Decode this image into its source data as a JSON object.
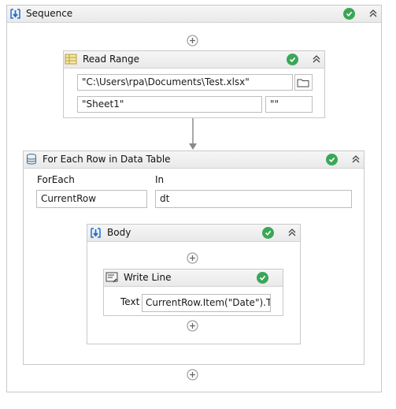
{
  "sequence": {
    "title": "Sequence",
    "status_icon": "check-circle-icon",
    "collapse_icon": "double-chevron-up-icon"
  },
  "read_range": {
    "title": "Read Range",
    "workbook_path": "\"C:\\Users\\rpa\\Documents\\Test.xlsx\"",
    "sheet_name": "\"Sheet1\"",
    "range": "\"\"",
    "browse_icon": "folder-icon"
  },
  "for_each_row": {
    "title": "For Each Row in Data Table",
    "foreach_label": "ForEach",
    "in_label": "In",
    "item_variable": "CurrentRow",
    "datatable": "dt"
  },
  "body": {
    "title": "Body"
  },
  "write_line": {
    "title": "Write Line",
    "text_label": "Text",
    "text_value": "CurrentRow.Item(\"Date\").ToS"
  },
  "colors": {
    "ok_green": "#3aa757",
    "accent_blue": "#1e6fd0",
    "border": "#c9c9c9"
  }
}
